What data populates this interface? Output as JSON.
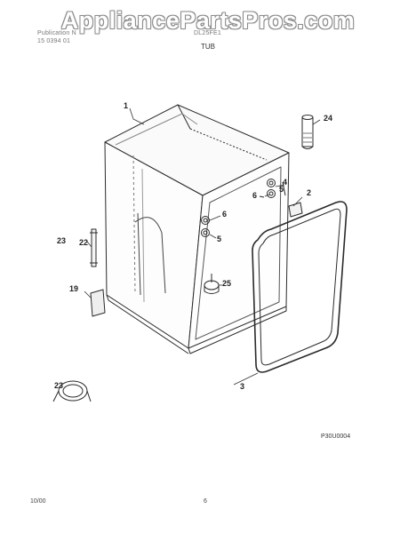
{
  "watermark": "AppliancePartsPros.com",
  "header": {
    "left_line1": "Publication N",
    "left_line2": "15 0394 01",
    "model": "DL25FE1",
    "section_title": "TUB"
  },
  "callouts": {
    "c1": "1",
    "c2": "2",
    "c3": "3",
    "c4": "4",
    "c5a": "5",
    "c5b": "5",
    "c6a": "6",
    "c6b": "6",
    "c19": "19",
    "c22": "22",
    "c23a": "23",
    "c23b": "23",
    "c24": "24",
    "c25": "25"
  },
  "figure_code": "P30U0004",
  "footer": {
    "date": "10/00",
    "page": "6"
  }
}
